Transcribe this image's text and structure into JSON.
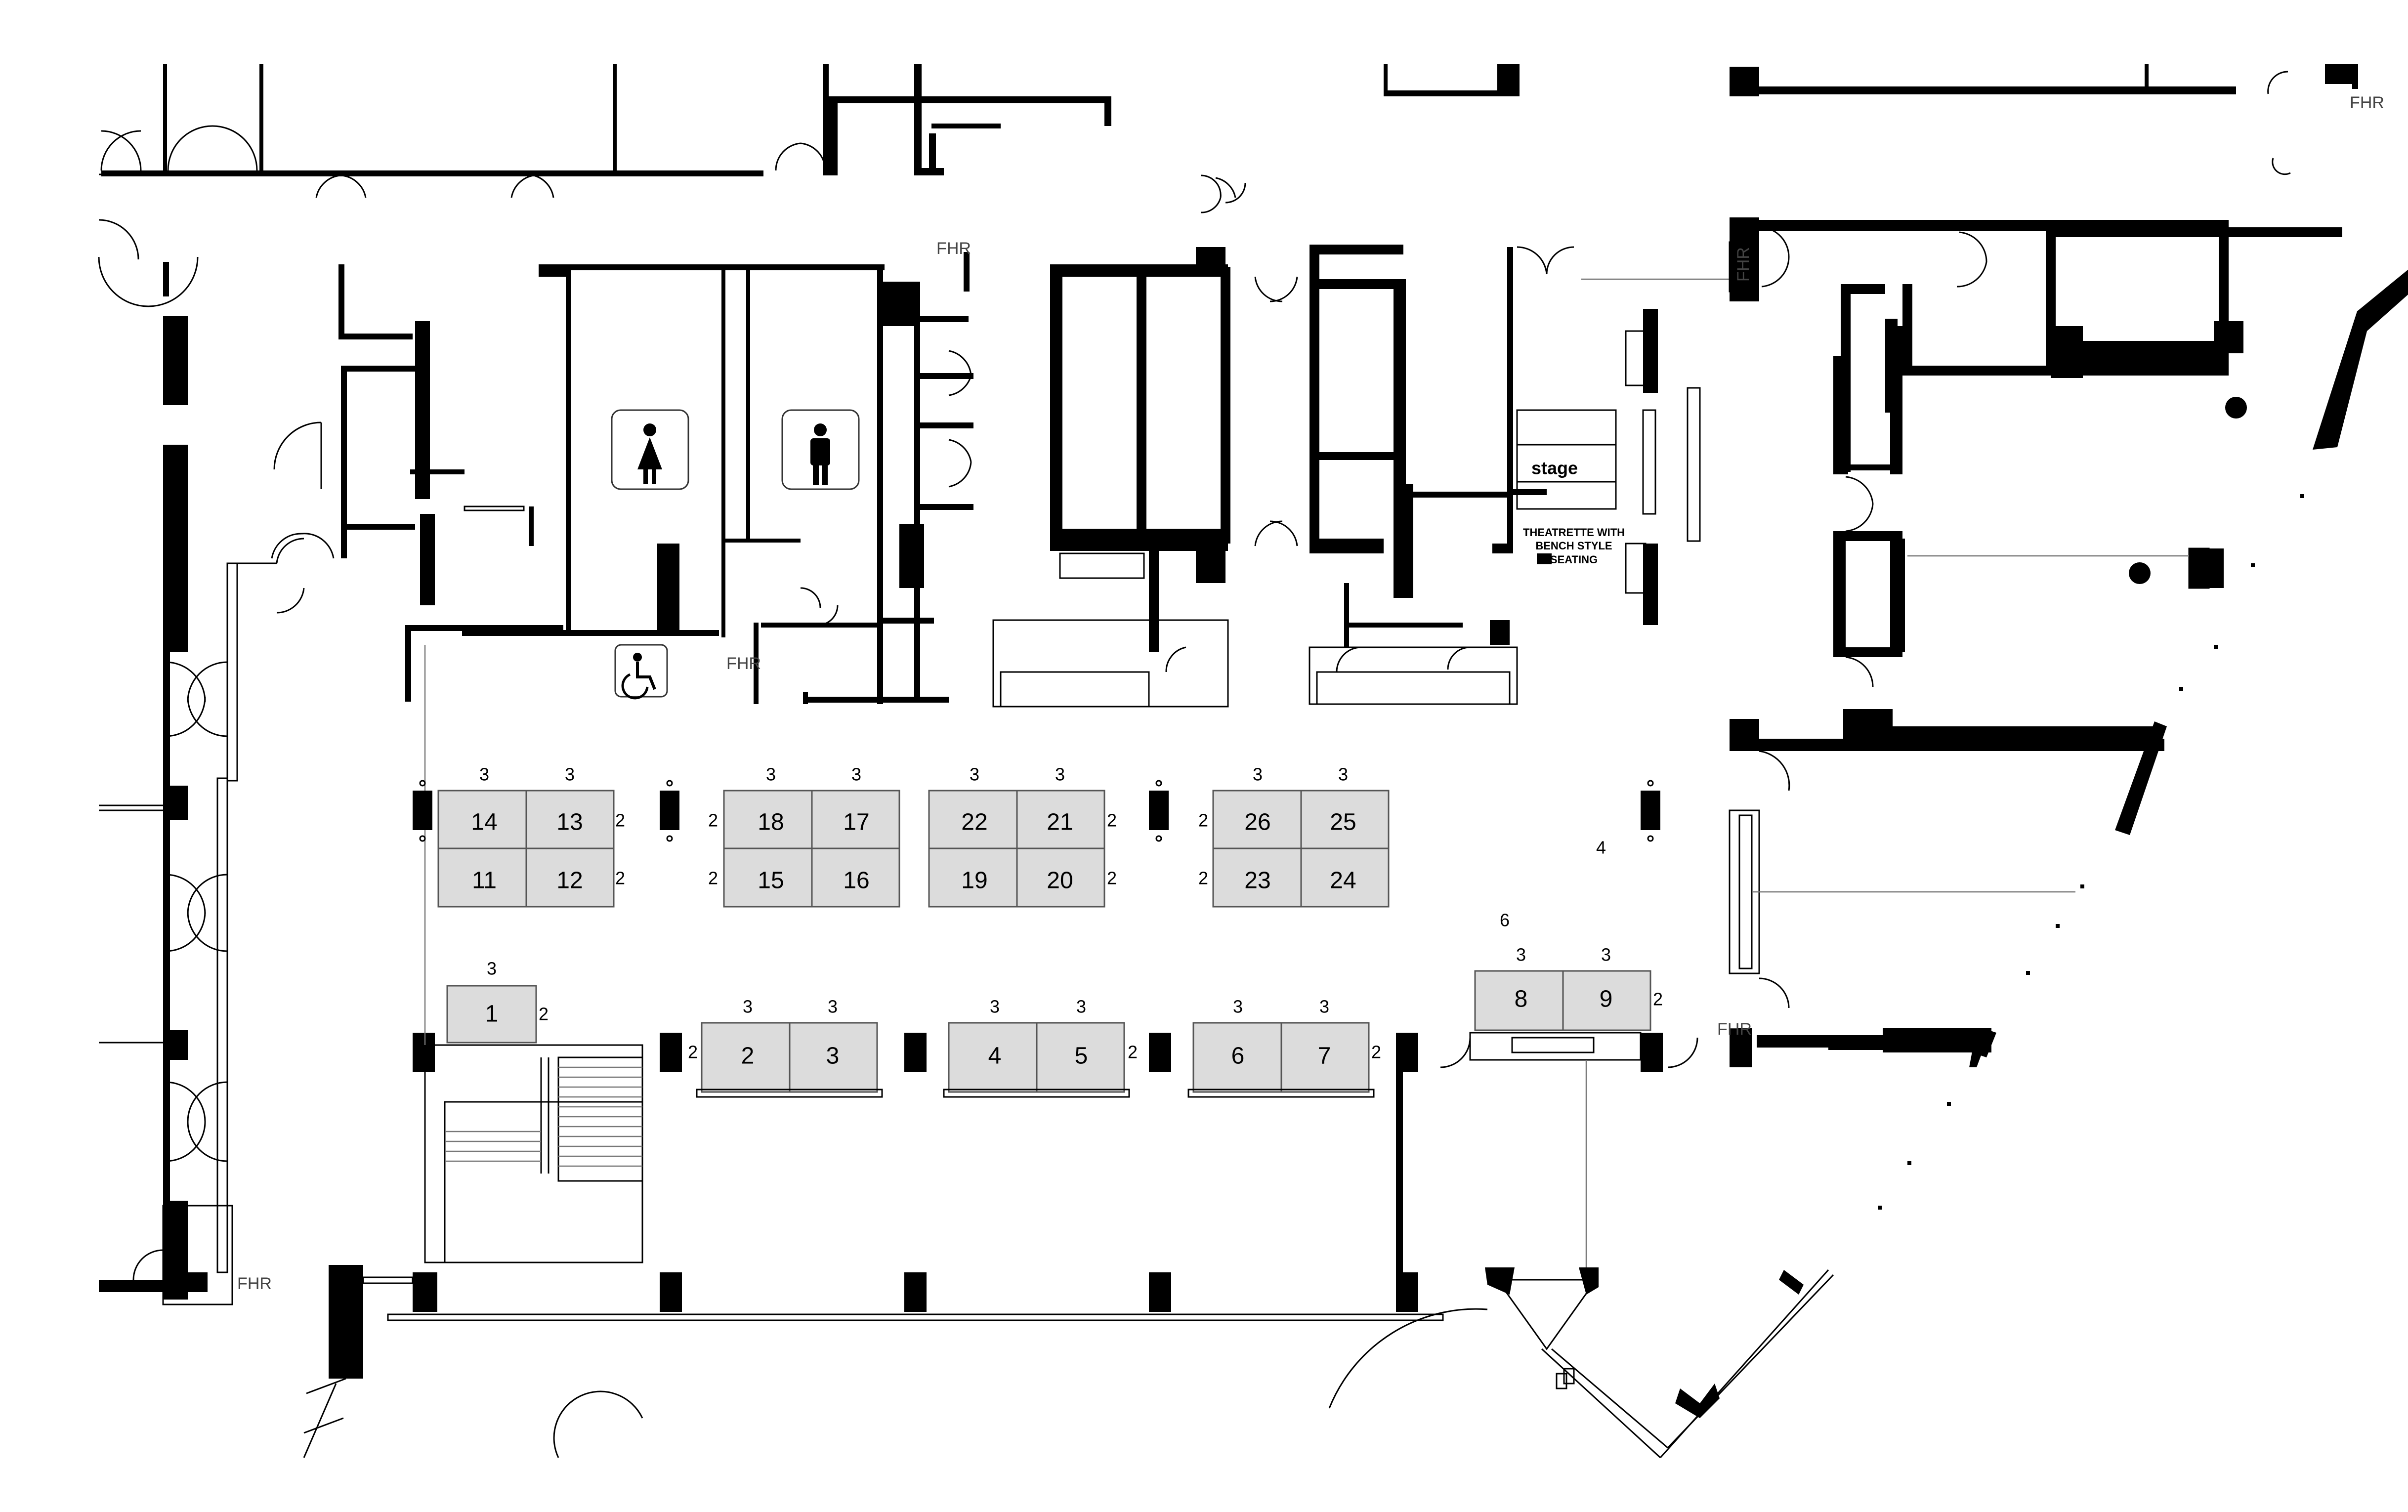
{
  "booths": [
    {
      "id": "b1",
      "number": "1"
    },
    {
      "id": "b2",
      "number": "2"
    },
    {
      "id": "b3",
      "number": "3"
    },
    {
      "id": "b4",
      "number": "4"
    },
    {
      "id": "b5",
      "number": "5"
    },
    {
      "id": "b6",
      "number": "6"
    },
    {
      "id": "b7",
      "number": "7"
    },
    {
      "id": "b8",
      "number": "8"
    },
    {
      "id": "b9",
      "number": "9"
    },
    {
      "id": "b11",
      "number": "11"
    },
    {
      "id": "b12",
      "number": "12"
    },
    {
      "id": "b13",
      "number": "13"
    },
    {
      "id": "b14",
      "number": "14"
    },
    {
      "id": "b15",
      "number": "15"
    },
    {
      "id": "b16",
      "number": "16"
    },
    {
      "id": "b17",
      "number": "17"
    },
    {
      "id": "b18",
      "number": "18"
    },
    {
      "id": "b19",
      "number": "19"
    },
    {
      "id": "b20",
      "number": "20"
    },
    {
      "id": "b21",
      "number": "21"
    },
    {
      "id": "b22",
      "number": "22"
    },
    {
      "id": "b23",
      "number": "23"
    },
    {
      "id": "b24",
      "number": "24"
    },
    {
      "id": "b25",
      "number": "25"
    },
    {
      "id": "b26",
      "number": "26"
    }
  ],
  "dimensions": {
    "depth": "3",
    "width": "2",
    "four": "4",
    "six": "6"
  },
  "labels": {
    "fhr": "FHR",
    "stage": "stage",
    "theatrette_line1": "THEATRETTE WITH",
    "theatrette_line2": "BENCH STYLE",
    "theatrette_line3": "SEATING"
  },
  "icons": [
    "female-toilet-icon",
    "male-toilet-icon",
    "accessible-toilet-icon"
  ],
  "colors": {
    "booth_fill": "#dcdcdc",
    "wall": "#000000"
  }
}
